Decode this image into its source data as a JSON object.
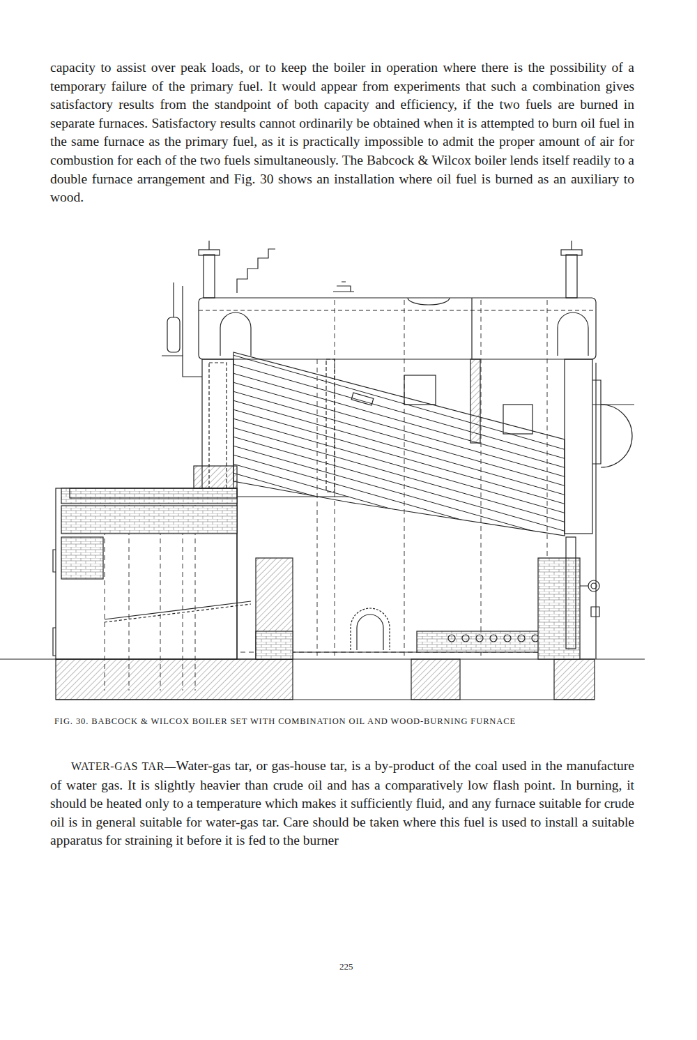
{
  "diagram": {
    "caption": "FIG. 30. BABCOCK & WILCOX BOILER SET WITH COMBINATION OIL AND WOOD-BURNING FURNACE",
    "labels": [
      "capacity to assist over peak loads, or to keep the boiler in operation where there is the possibility of a temporary failure of the primary fuel. It would appear from experiments that such a combination gives satisfactory results from the standpoint of both capacity and efficiency, if the two fuels are burned in separate furnaces. Satisfactory results cannot ordinarily be obtained when it is attempted to burn oil fuel in the same furnace as the primary fuel, as it is practically impossible to admit the proper amount of air for combustion for each of the two fuels simultaneously. The Babcock & Wilcox boiler lends itself readily to a double furnace arrangement and Fig. 30 shows an installation where oil fuel is burned as an auxiliary to wood.",
      "WATER-GAS TAR—",
      "Water-gas tar, or gas-house tar, is a by-product of the coal used in the manufacture of water gas. It is slightly heavier than crude oil and has a comparatively low flash point. In burning, it should be heated only to a temperature which makes it sufficiently fluid, and any furnace suitable for crude oil is in general suitable for water-gas tar. Care should be taken where this fuel is used to install a suitable apparatus for straining it before it is fed to the burner",
      "225"
    ]
  }
}
